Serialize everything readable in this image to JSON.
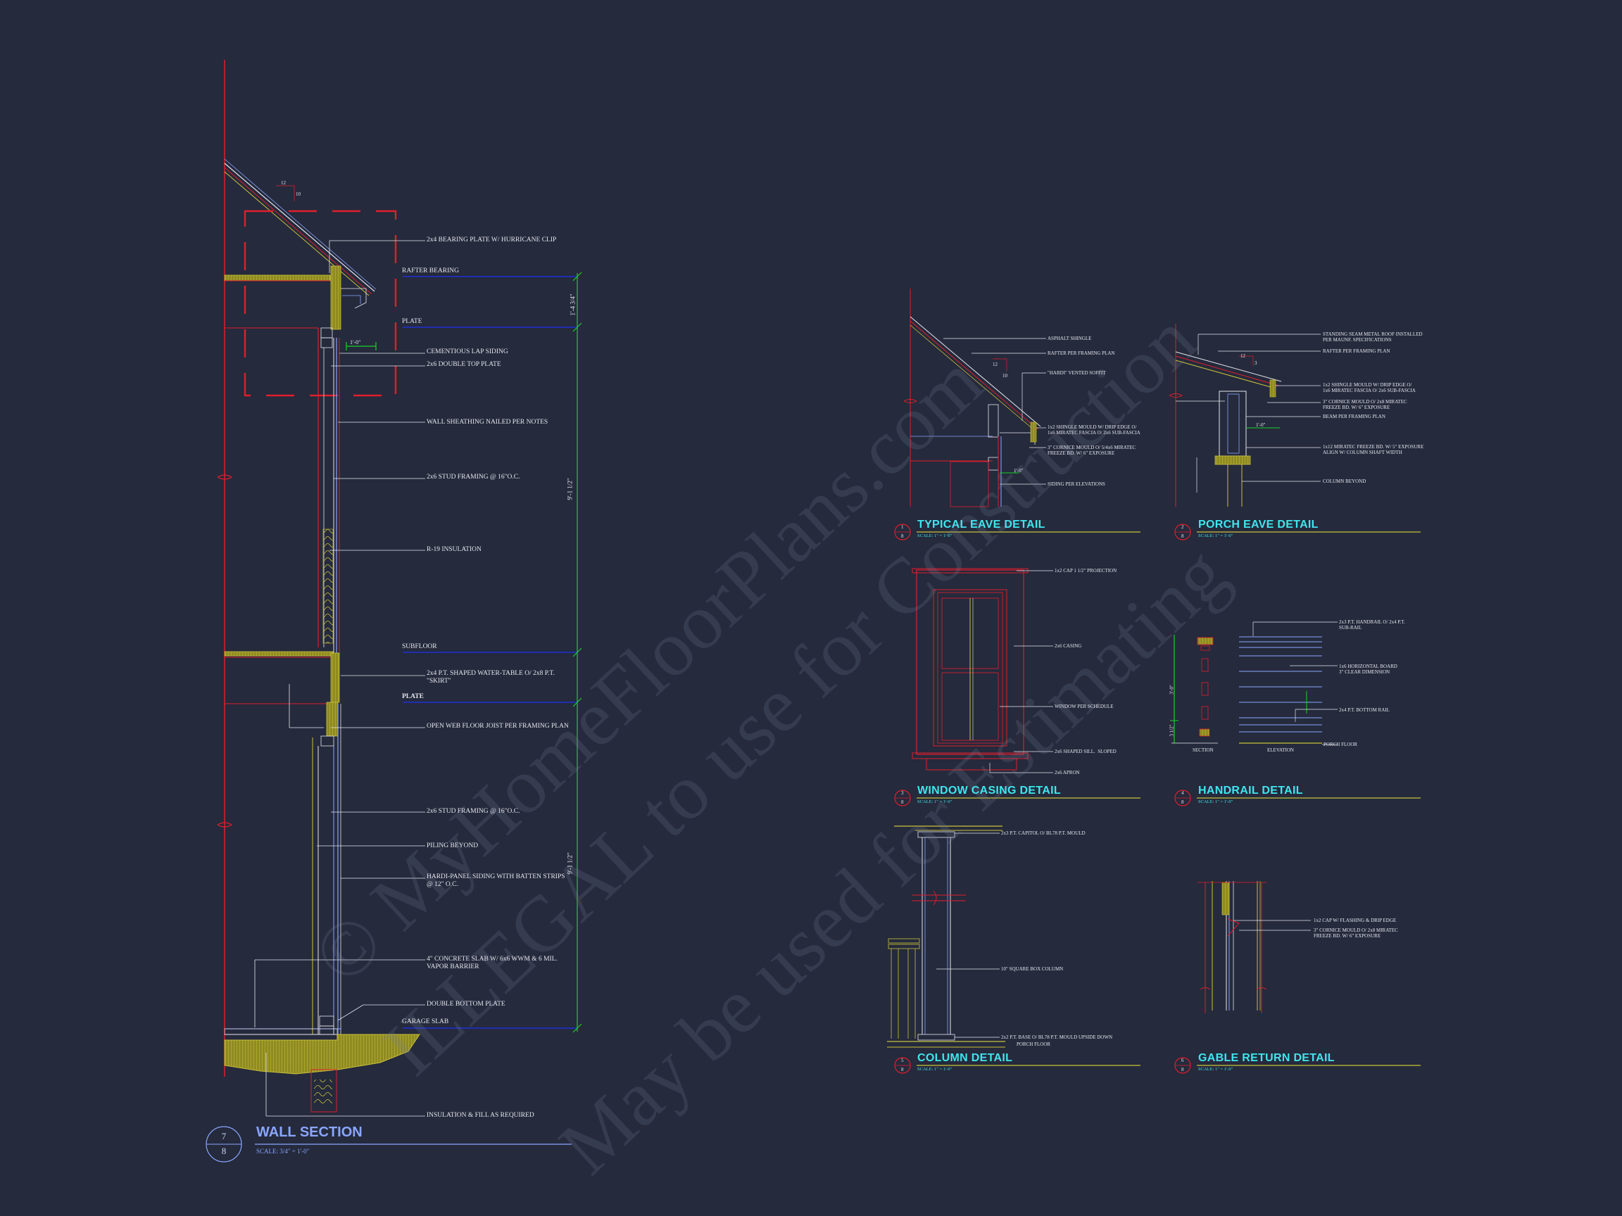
{
  "watermark": {
    "line1": "© MyHomeFloorPlans.com",
    "line2": "ILLEGAL to use for Construction",
    "line3": "May be used for Estimating"
  },
  "colors": {
    "background": "#252a3c",
    "red": "#e01e2d",
    "blue": "#1f2fd6",
    "green": "#19d12b",
    "yellow": "#c9c23a",
    "cyan_title": "#3ee6ee",
    "text": "#e6e6ee"
  },
  "wall_section": {
    "title": "WALL SECTION",
    "scale": "SCALE: 3/4\" = 1'-0\"",
    "callout_top": "7",
    "callout_bottom": "8",
    "pitch_run": "12",
    "pitch_rise": "10",
    "overhang_dim": "1'-0\"",
    "dims": [
      "1'-4 3/4\"",
      "9'-1 1/2\"",
      "9'-1 1/2\""
    ],
    "notes": [
      "2x4 BEARING PLATE W/ HURRICANE CLIP",
      "RAFTER BEARING",
      "PLATE",
      "CEMENTIOUS LAP SIDING",
      "2x6 DOUBLE TOP PLATE",
      "WALL SHEATHING NAILED PER NOTES",
      "2x6 STUD FRAMING @ 16\"O.C.",
      "R-19 INSULATION",
      "SUBFLOOR",
      "2x4 P.T. SHAPED WATER-TABLE O/ 2x8 P.T.\n\"SKIRT\"",
      "PLATE",
      "OPEN WEB FLOOR JOIST PER FRAMING PLAN",
      "2x6 STUD FRAMING @ 16\"O.C.",
      "PILING BEYOND",
      "HARDI-PANEL SIDING WITH BATTEN STRIPS\n@ 12\" O.C.",
      "4\" CONCRETE SLAB W/ 6x6 WWM & 6 MIL.\nVAPOR BARRIER",
      "DOUBLE BOTTOM PLATE",
      "GARAGE SLAB",
      "INSULATION & FILL AS REQUIRED"
    ]
  },
  "details": {
    "typical_eave": {
      "title": "TYPICAL EAVE DETAIL",
      "scale": "SCALE:     1\" = 1'-0\"",
      "num_top": "1",
      "num_bottom": "8",
      "pitch_run": "12",
      "pitch_rise": "10",
      "overhang": "1'-0\"",
      "notes": [
        "ASPHALT SHINGLE",
        "RAFTER PER FRAMING PLAN",
        "\"HARDI\" VENTED SOFFIT",
        "1x2 SHINGLE MOULD W/ DRIP EDGE O/\n1x6 MIRATEC FASCIA O/ 2x6 SUB-FASCIA",
        "3\" CORNICE MOULD O/ 5/4x6 MIRATEC\nFREEZE BD. W/ 6\" EXPOSURE",
        "SIDING PER ELEVATIONS"
      ]
    },
    "porch_eave": {
      "title": "PORCH EAVE DETAIL",
      "scale": "SCALE:     1\" = 1'-0\"",
      "num_top": "2",
      "num_bottom": "8",
      "pitch_run": "12",
      "pitch_rise": "3",
      "overhang": "1'-0\"",
      "notes": [
        "STANDING SEAM METAL ROOF INSTALLED\nPER MAUNF. SPECIFICATIONS",
        "RAFTER PER FRAMING PLAN",
        "1x2 SHINGLE MOULD W/ DRIP EDGE O/\n1x6 MIRATEC FASCIA O/ 2x6 SUB-FASCIA",
        "3\" CORNICE MOULD O/ 2x8 MIRATEC\nFREEZE BD. W/ 6\" EXPOSURE",
        "BEAM PER FRAMING PLAN",
        "1x12 MIRATEC FREEZE BD. W/ 5\" EXPOSURE\nALIGN W/ COLUMN SHAFT WIDTH",
        "COLUMN BEYOND"
      ]
    },
    "window_casing": {
      "title": "WINDOW CASING DETAIL",
      "scale": "SCALE:     1\" = 1'-0\"",
      "num_top": "3",
      "num_bottom": "8",
      "notes": [
        "1x2 CAP 1 1/2\" PROJECTION",
        "2x6 CASING",
        "WINDOW PER SCHEDULE",
        "2x6 SHAPED SILL.  SLOPED",
        "2x6 APRON"
      ]
    },
    "handrail": {
      "title": "HANDRAIL DETAIL",
      "scale": "SCALE:     1\" = 1'-0\"",
      "num_top": "4",
      "num_bottom": "8",
      "dim_height": "3'-0\"",
      "dim_small": "3 1/2\"",
      "notes": [
        "2x3 P.T. HANDRAIL O/ 2x4 P.T.\nSUB-RAIL",
        "1x6 HORIZONTAL BOARD\n3\" CLEAR DIMENSION",
        "2x4 P.T. BOTTOM RAIL",
        "PORCH FLOOR"
      ],
      "section_label": "SECTION",
      "elevation_label": "ELEVATION"
    },
    "column": {
      "title": "COLUMN DETAIL",
      "scale": "SCALE:     1\" = 1'-0\"",
      "num_top": "5",
      "num_bottom": "8",
      "notes": [
        "2x3 P.T. CAPITOL O/ BL78 P.T. MOULD",
        "10\" SQUARE BOX COLUMN",
        "2x2 P.T. BASE O/ BL78 P.T. MOULD UPSIDE DOWN",
        "PORCH FLOOR"
      ]
    },
    "gable_return": {
      "title": "GABLE RETURN DETAIL",
      "scale": "SCALE:     1\" = 1'-0\"",
      "num_top": "6",
      "num_bottom": "8",
      "notes": [
        "1x2 CAP W/ FLASHING & DRIP EDGE",
        "3\" CORNICE MOULD O/ 2x8 MIRATEC\nFREEZE BD. W/ 6\" EXPOSURE"
      ]
    }
  }
}
